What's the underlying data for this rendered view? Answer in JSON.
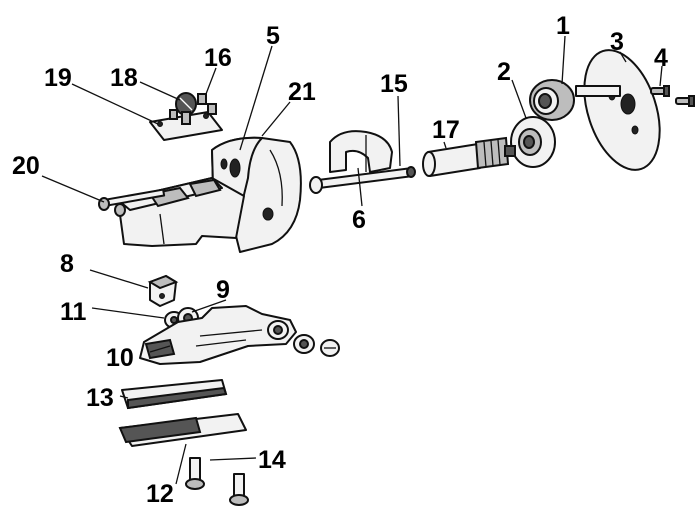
{
  "labels": {
    "l1": "1",
    "l2": "2",
    "l3": "3",
    "l4": "4",
    "l5": "5",
    "l6": "6",
    "l8": "8",
    "l9": "9",
    "l10": "10",
    "l11": "11",
    "l12": "12",
    "l13": "13",
    "l14": "14",
    "l15": "15",
    "l16": "16",
    "l17": "17",
    "l18": "18",
    "l19": "19",
    "l20": "20",
    "l21": "21"
  }
}
